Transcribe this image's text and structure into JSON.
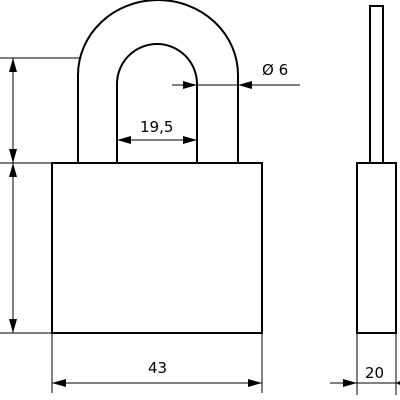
{
  "drawing": {
    "dimensions": {
      "shackle_diameter": "Ø 6",
      "shackle_inner_width": "19,5",
      "body_width": "43",
      "body_thickness": "20"
    },
    "colors": {
      "line": "#000000",
      "background": "#ffffff"
    }
  }
}
